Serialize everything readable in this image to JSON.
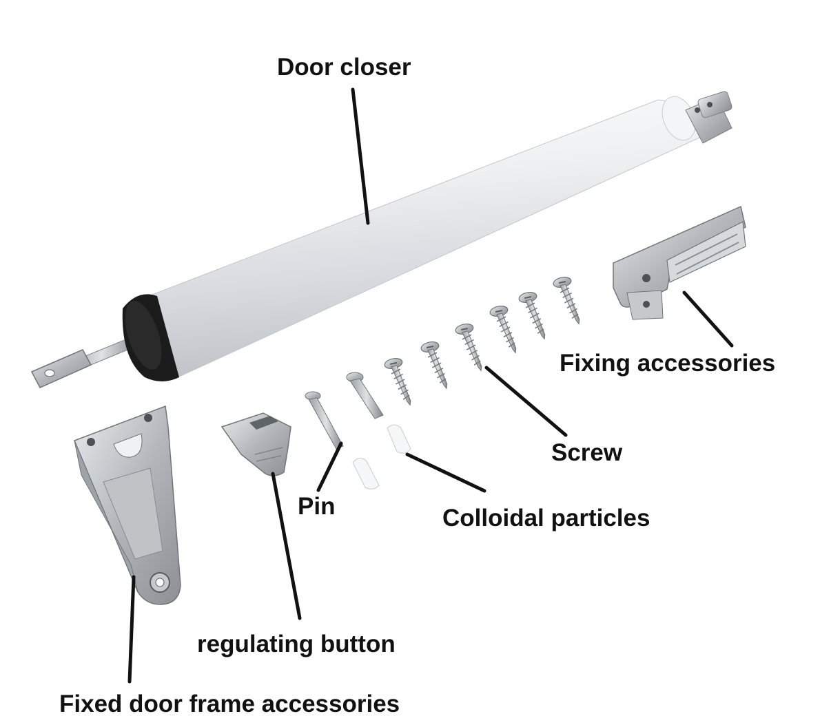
{
  "labels": {
    "door_closer": "Door closer",
    "fixing_accessories": "Fixing accessories",
    "screw": "Screw",
    "pin": "Pin",
    "colloidal_particles": "Colloidal particles",
    "regulating_button": "regulating button",
    "fixed_door_frame_accessories": "Fixed door frame accessories"
  },
  "colors": {
    "background": "#ffffff",
    "label_text": "#111111",
    "leader_line": "#111111",
    "cylinder_body": "#e6e8ea",
    "end_cap": "#1b1b1b",
    "metal": "#b8bcc0"
  }
}
